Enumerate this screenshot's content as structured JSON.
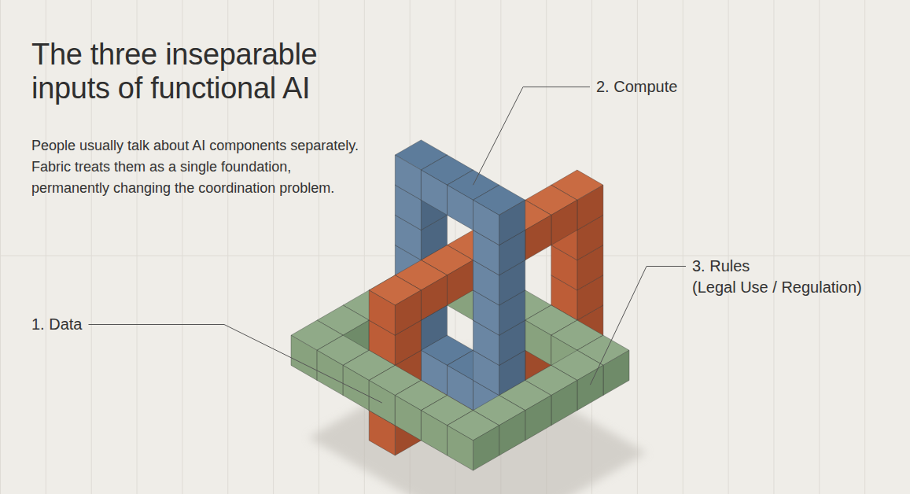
{
  "diagram": {
    "title": "The three inseparable inputs of functional AI",
    "caption": "People usually talk about AI components separately. Fabric treats them as a single foundation, permanently changing the coordination problem.",
    "labels": [
      "1. Data",
      "2. Compute",
      "3. Rules",
      "(Legal Use / Regulation)"
    ]
  }
}
